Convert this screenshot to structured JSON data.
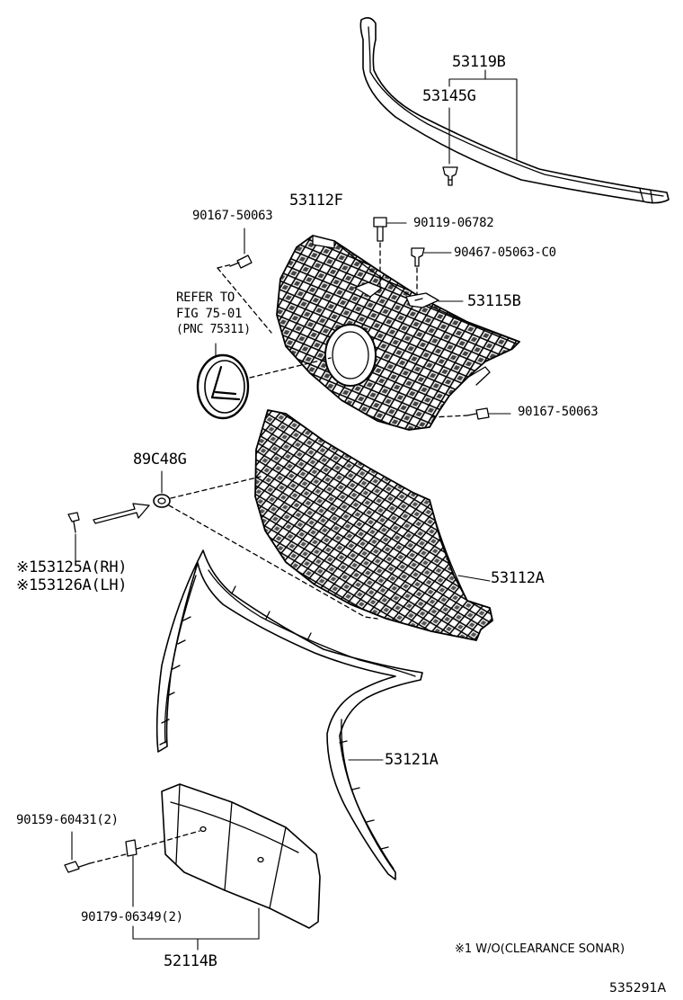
{
  "parts": {
    "p53119B": "53119B",
    "p53145G": "53145G",
    "p53112F": "53112F",
    "p90167_top": "90167-50063",
    "p90119": "90119-06782",
    "p90467": "90467-05063-C0",
    "p53115B": "53115B",
    "p90167_right": "90167-50063",
    "p89C48G": "89C48G",
    "p53125A": "※153125A(RH)",
    "p53126A": "※153126A(LH)",
    "p53112A": "53112A",
    "p53121A": "53121A",
    "p90159": "90159-60431(2)",
    "p90179": "90179-06349(2)",
    "p52114B": "52114B"
  },
  "refer": {
    "line1": "REFER TO",
    "line2": "FIG 75-01",
    "line3": "(PNC 75311)"
  },
  "footnote": "※1 W/O(CLEARANCE SONAR)",
  "figure_code": "535291A"
}
